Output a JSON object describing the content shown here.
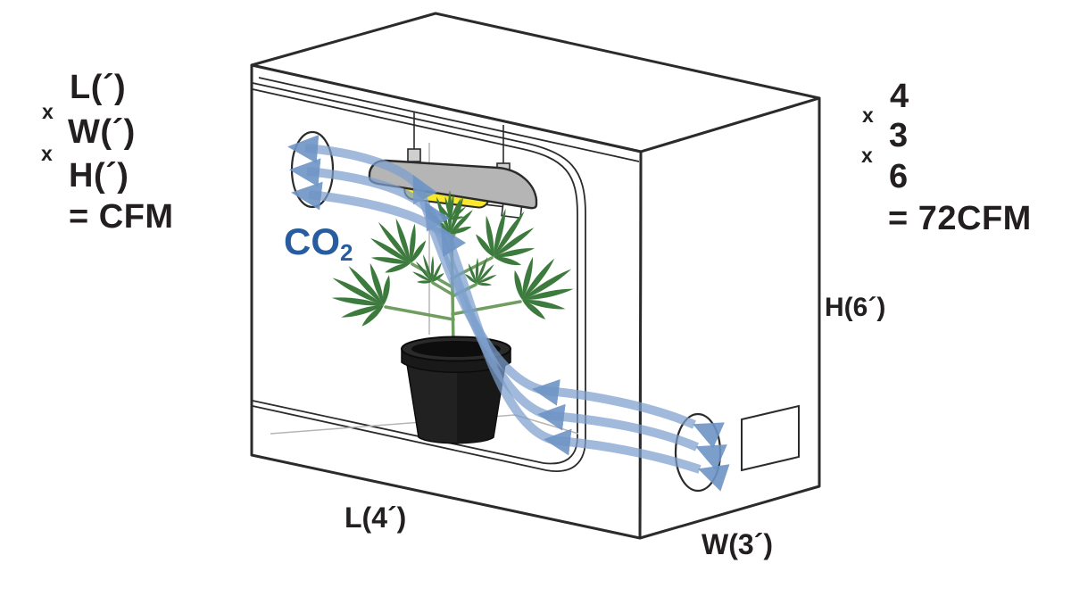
{
  "formula_template": {
    "multiplier": "x",
    "line1": "L(´)",
    "line2": "W(´)",
    "line3": "H(´)",
    "result": "= CFM"
  },
  "formula_example": {
    "multiplier": "x",
    "line1": "4",
    "line2": "3",
    "line3": "6",
    "result": "= 72CFM"
  },
  "dimension_labels": {
    "height": "H(6´)",
    "length": "L(4´)",
    "width": "W(3´)"
  },
  "co2_label": {
    "base": "CO",
    "subscript": "2"
  },
  "colors": {
    "text": "#231f20",
    "co2_blue": "#275d9f",
    "airflow_blue": "#7da0cd",
    "arrow_head_blue": "#6e94c4",
    "lamp_gray": "#b5b5b5",
    "bulb_yellow": "#f8e82e",
    "leaf_green": "#3d7a3d",
    "stem_green": "#6f9d62",
    "pot_black": "#1f1f1f",
    "outline": "#2b2b2b"
  }
}
